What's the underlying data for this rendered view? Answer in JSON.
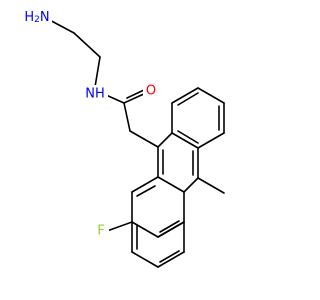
{
  "molecule": {
    "atoms": {
      "amine_h2n": {
        "text": "H2N",
        "color": "#0000ff"
      },
      "amide_nh": {
        "text": "NH",
        "color": "#0000ff"
      },
      "carbonyl_o": {
        "text": "O",
        "color": "#ff0000"
      },
      "fluorine": {
        "text": "F",
        "color": "#9acd32"
      }
    },
    "bond_color": "#000000",
    "background_color": "#ffffff"
  }
}
